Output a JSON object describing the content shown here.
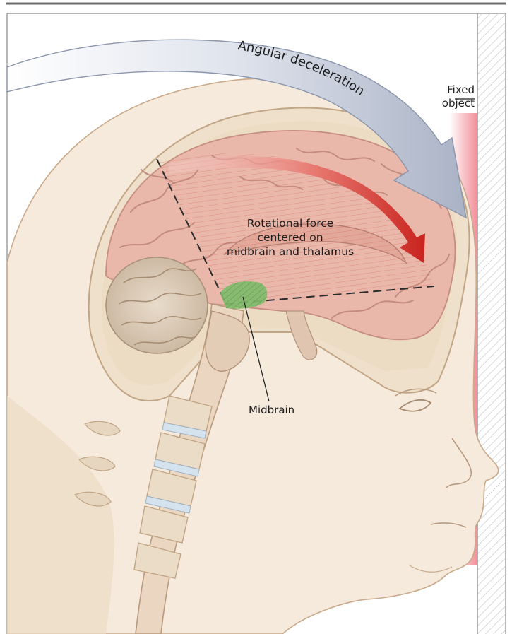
{
  "figure": {
    "arrow_label": "Angular deceleration",
    "fixed_object_label": [
      "Fixed",
      "object"
    ],
    "rotation_label": [
      "Rotational force",
      "centered on",
      "midbrain and thalamus"
    ],
    "midbrain_label": "Midbrain"
  },
  "colors": {
    "frame": "#6d6d6d",
    "skin": "#f4e7d6",
    "skull": "#e8d8c2",
    "brain": "#e7b5a8",
    "brain_fold": "#c98f82",
    "rotation_arrow": "#d8302c",
    "deceleration_arrow": "#a8b1c4",
    "midbrain_highlight": "#6fb25c",
    "impact_glow": "#e8384a"
  }
}
